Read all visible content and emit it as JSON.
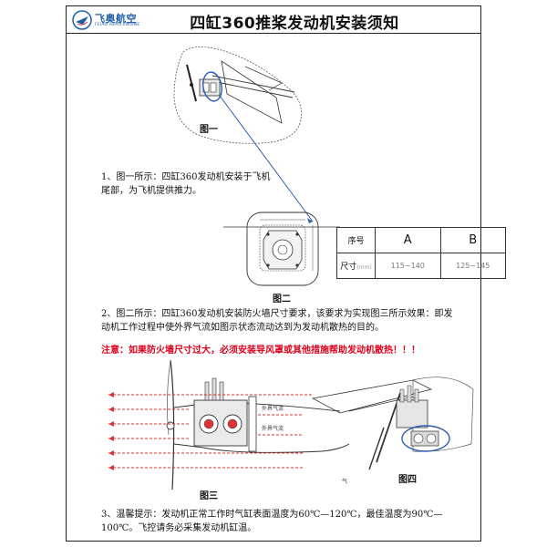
{
  "header": {
    "logo_cn": "飞奥航空",
    "logo_en": "FEIAO AERO ENGINE",
    "title": "四缸360推桨发动机安装须知"
  },
  "figures": {
    "fig1_caption": "图一",
    "fig2_caption": "图二",
    "fig3_caption": "图三",
    "fig4_caption": "图四",
    "fig3_label_upper": "外界气流",
    "fig3_label_lower": "外界气流",
    "fig4_label": "气"
  },
  "paragraphs": {
    "p1": "1、图一所示：四缸360发动机安装于飞机尾部，为飞机提供推力。",
    "p2": "2、图二所示：四缸360发动机安装防火墙尺寸要求，该要求为实现图三所示效果：即发动机工作过程中使外界气流如图示状态流动达到为发动机散热的目的。",
    "note": "注意：如果防火墙尺寸过大，必须安装导风罩或其他措施帮助发动机散热！！！",
    "p3": "3、温馨提示：发动机正常工作时气缸表面温度为60℃—120℃，最佳温度为90℃—100℃。飞控请务必采集发动机缸温。"
  },
  "table": {
    "header": [
      "序号",
      "A",
      "B"
    ],
    "row_label": "尺寸",
    "row_unit": "(mm)",
    "values": [
      "115~140",
      "125~145"
    ]
  },
  "colors": {
    "brand_blue": "#1f5fa8",
    "note_red": "#e0001b",
    "arrow_red": "#e03030",
    "leader_blue": "#2a5db0"
  }
}
